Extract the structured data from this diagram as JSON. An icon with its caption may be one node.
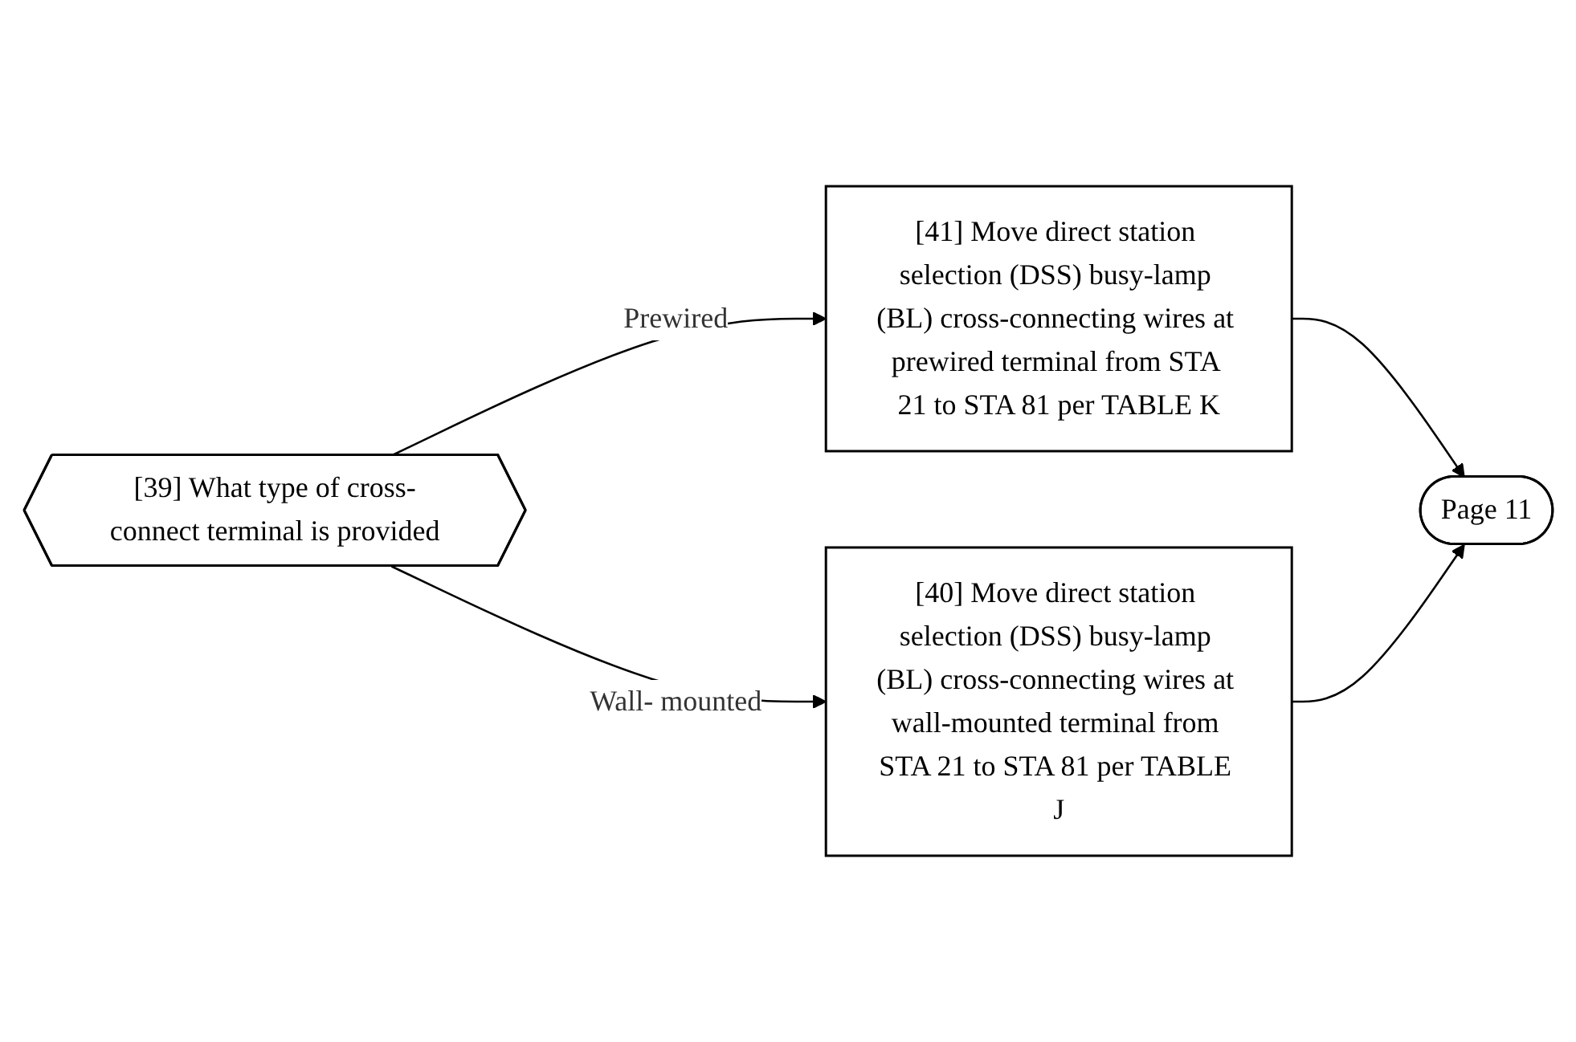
{
  "diagram": {
    "nodes": [
      {
        "text": [
          "[39] What type of cross-connect terminal is provided"
        ]
      },
      {
        "text": [
          "[41] Move direct station selection (DSS) busy-lamp (BL) cross-connecting wires at prewired terminal from STA 21 to STA 81 per TABLE K"
        ]
      },
      {
        "text": [
          "[40] Move direct station selection (DSS) busy-lamp (BL) cross-connecting wires at wall-mounted terminal from STA 21 to STA 81 per TABLE J"
        ]
      },
      {
        "text": [
          "Page 11"
        ]
      }
    ],
    "edges": [
      {
        "from": 0,
        "to": 1,
        "arrow": "to",
        "label": "Prewired"
      },
      {
        "from": 0,
        "to": 2,
        "arrow": "to",
        "label": "Wall- mounted"
      },
      {
        "from": 1,
        "to": 3,
        "arrow": "to"
      },
      {
        "from": 2,
        "to": 3,
        "arrow": "to"
      }
    ]
  }
}
